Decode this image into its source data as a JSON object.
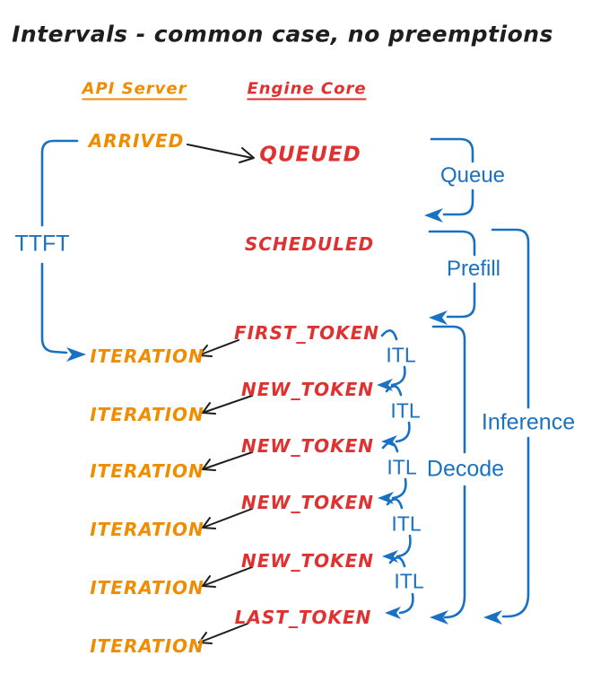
{
  "title": "Intervals - common case, no preemptions",
  "columns": {
    "api_server": "API Server",
    "engine_core": "Engine Core"
  },
  "events": {
    "arrived": "ARRIVED",
    "queued": "QUEUED",
    "scheduled": "SCHEDULED",
    "first_token": "FIRST_TOKEN",
    "new_token": "NEW_TOKEN",
    "last_token": "LAST_TOKEN",
    "iteration": "ITERATION"
  },
  "intervals": {
    "ttft": "TTFT",
    "queue": "Queue",
    "prefill": "Prefill",
    "itl": "ITL",
    "decode": "Decode",
    "inference": "Inference"
  },
  "colors": {
    "api_server_orange": "#f08c00",
    "engine_core_red": "#e03131",
    "interval_blue": "#1971c2",
    "ink_black": "#1e1e1e",
    "background": "#ffffff"
  }
}
